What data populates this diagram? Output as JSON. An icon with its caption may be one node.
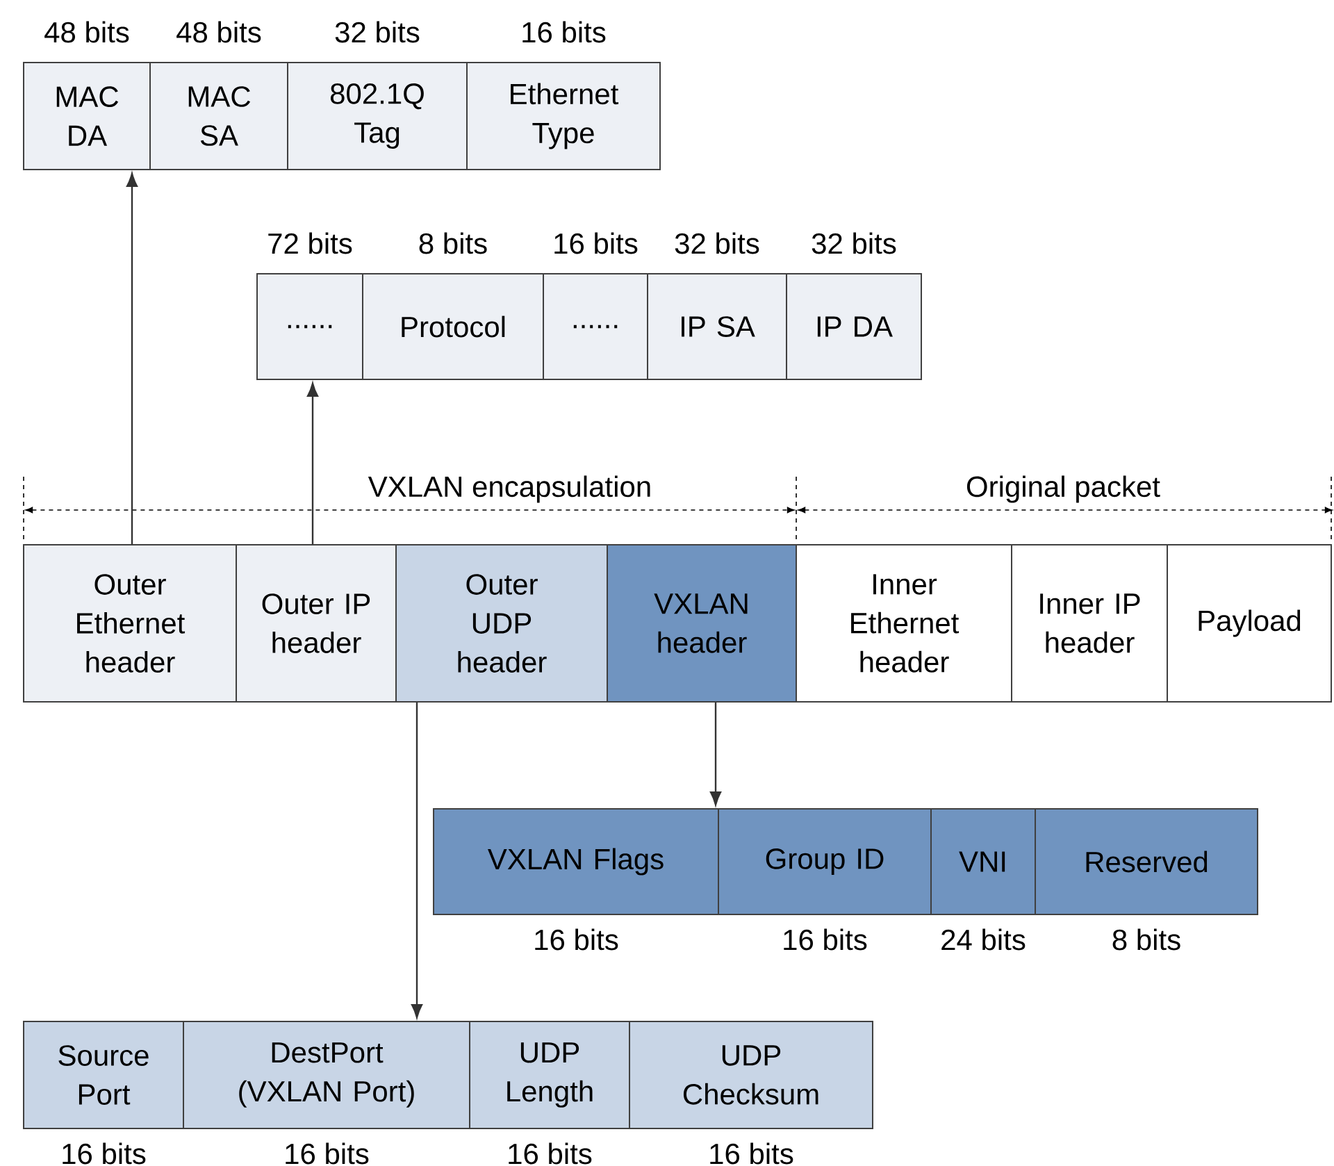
{
  "diagram": {
    "nodes": [
      {
        "text": [
          "MAC DA"
        ],
        "beside": [
          "48 bits"
        ]
      },
      {
        "text": [
          "MAC SA"
        ],
        "beside": [
          "48 bits"
        ]
      },
      {
        "text": [
          "802.1Q Tag"
        ],
        "beside": [
          "32 bits"
        ]
      },
      {
        "text": [
          "Ethernet Type"
        ],
        "beside": [
          "16 bits"
        ]
      },
      {
        "text": [
          "......"
        ],
        "beside": [
          "72 bits"
        ]
      },
      {
        "text": [
          "Protocol"
        ],
        "beside": [
          "8 bits"
        ]
      },
      {
        "text": [
          "......"
        ],
        "beside": [
          "16 bits"
        ]
      },
      {
        "text": [
          "IP SA"
        ],
        "beside": [
          "32 bits"
        ]
      },
      {
        "text": [
          "IP DA"
        ],
        "beside": [
          "32 bits"
        ]
      },
      {
        "text": [
          "Outer Ethernet header"
        ]
      },
      {
        "text": [
          "Outer IP header"
        ]
      },
      {
        "text": [
          "Outer UDP header"
        ]
      },
      {
        "text": [
          "VXLAN header"
        ]
      },
      {
        "text": [
          "Inner Ethernet header"
        ]
      },
      {
        "text": [
          "Inner IP header"
        ]
      },
      {
        "text": [
          "Payload"
        ]
      },
      {
        "text": [
          "VXLAN Flags"
        ],
        "beside": [
          "16 bits"
        ]
      },
      {
        "text": [
          "Group ID"
        ],
        "beside": [
          "16 bits"
        ]
      },
      {
        "text": [
          "VNI"
        ],
        "beside": [
          "24 bits"
        ]
      },
      {
        "text": [
          "Reserved"
        ],
        "beside": [
          "8 bits"
        ]
      },
      {
        "text": [
          "Source Port"
        ],
        "beside": [
          "16 bits"
        ]
      },
      {
        "text": [
          "DestPort (VXLAN Port)"
        ],
        "beside": [
          "16 bits"
        ]
      },
      {
        "text": [
          "UDP Length"
        ],
        "beside": [
          "16 bits"
        ]
      },
      {
        "text": [
          "UDP Checksum"
        ],
        "beside": [
          "16 bits"
        ]
      }
    ],
    "edges": [
      {
        "from": 9,
        "to": 0,
        "arrow": "to"
      },
      {
        "from": 10,
        "to": 4,
        "arrow": "to"
      },
      {
        "from": 11,
        "to": 21,
        "arrow": "to"
      },
      {
        "from": 12,
        "to": 16,
        "arrow": "to"
      }
    ],
    "labels": [
      "VXLAN encapsulation",
      "Original packet"
    ]
  }
}
